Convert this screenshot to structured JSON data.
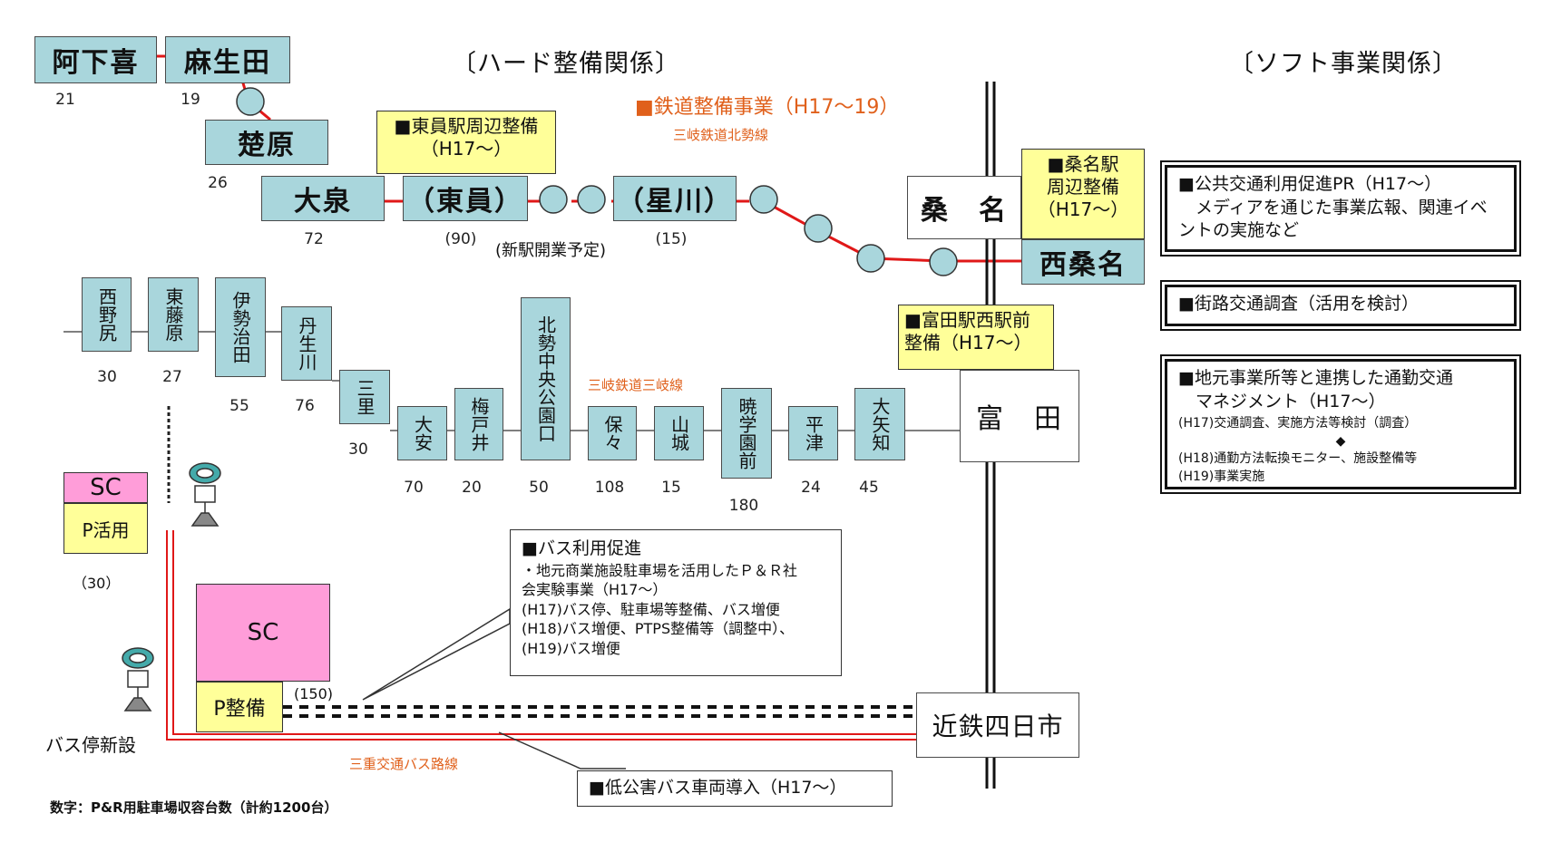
{
  "headers": {
    "hard": "〔ハード整備関係〕",
    "soft": "〔ソフト事業関係〕"
  },
  "rail_project": {
    "title": "■鉄道整備事業（H17～19）",
    "line_name": "三岐鉄道北勢線"
  },
  "sangi_line": "三岐鉄道三岐線",
  "bus_route": "三重交通バス路線",
  "footnote": "数字：P&R用駐車場収容台数（計約1200台）",
  "stations_top": [
    {
      "name": "阿下喜",
      "count": "21"
    },
    {
      "name": "麻生田",
      "count": "19"
    },
    {
      "name": "楚原",
      "count": "26"
    },
    {
      "name": "大泉",
      "count": "72"
    },
    {
      "name": "（東員）",
      "count": "(90)"
    },
    {
      "name": "（星川）",
      "count": "(15)"
    }
  ],
  "new_station_note": "(新駅開業予定)",
  "kuwana": {
    "name": "桑　名",
    "nishi": "西桑名"
  },
  "tomida": "富　田",
  "yokkaichi": "近鉄四日市",
  "stations_mid": [
    {
      "name": "西野尻",
      "count": "30"
    },
    {
      "name": "東藤原",
      "count": "27"
    },
    {
      "name": "伊勢治田",
      "count": "55"
    },
    {
      "name": "丹生川",
      "count": "76"
    },
    {
      "name": "三里",
      "count": "30"
    },
    {
      "name": "大安",
      "count": "70"
    },
    {
      "name": "梅戸井",
      "count": "20"
    },
    {
      "name": "北勢中央公園口",
      "count": "50"
    },
    {
      "name": "保々",
      "count": "108"
    },
    {
      "name": "山城",
      "count": "15"
    },
    {
      "name": "暁学園前",
      "count": "180"
    },
    {
      "name": "平津",
      "count": "24"
    },
    {
      "name": "大矢知",
      "count": "45"
    }
  ],
  "yellow_notes": {
    "toin": "■東員駅周辺整備\n（H17～）",
    "kuwana": "■桑名駅\n周辺整備\n（H17～）",
    "tomida": "■富田駅西駅前\n整備（H17～）"
  },
  "soft_boxes": [
    "■公共交通利用促進PR（H17～）\n　メディアを通じた事業広報、関連イベントの実施など",
    "■街路交通調査（活用を検討）",
    "■地元事業所等と連携した通勤交通\n　マネジメント（H17～）"
  ],
  "soft_box3_details": [
    "(H17)交通調査、実施方法等検討（調査）",
    "◆",
    "(H18)通勤方法転換モニター、施設整備等",
    "(H19)事業実施"
  ],
  "bus_callout": {
    "title": "■バス利用促進",
    "lines": [
      "・地元商業施設駐車場を活用したＰ＆Ｒ社",
      "会実験事業（H17～）",
      "(H17)バス停、駐車場等整備、バス増便",
      "(H18)バス増便、PTPS整備等（調整中）、",
      "(H19)バス増便"
    ]
  },
  "lowpollution": "■低公害バス車両導入（H17～）",
  "sc_small": {
    "sc": "SC",
    "p": "P活用",
    "count": "（30）"
  },
  "sc_big": {
    "sc": "SC",
    "p": "P整備",
    "count": "(150)"
  },
  "bus_stop": "バス停新設"
}
